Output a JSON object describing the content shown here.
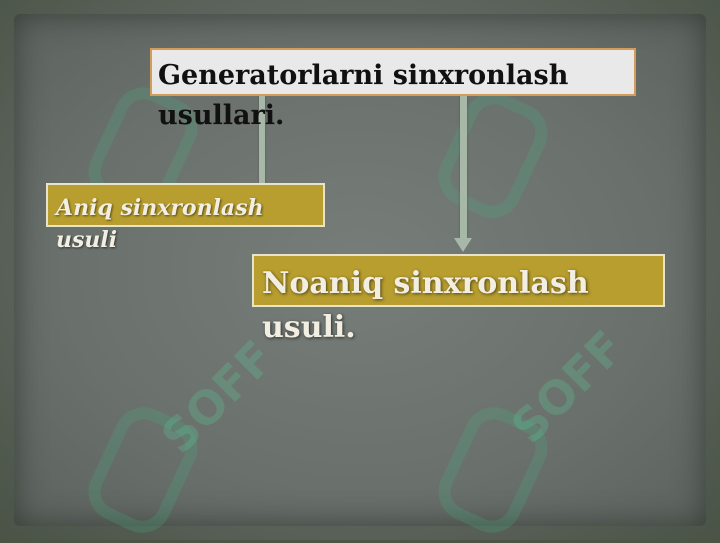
{
  "title": "Generatorlarni sinxronlash usullari.",
  "nodes": [
    {
      "label": "Aniq sinxronlash usuli"
    },
    {
      "label": "Noaniq sinxronlash usuli."
    }
  ],
  "watermark": "SOFF",
  "colors": {
    "background": "#6a706c",
    "title_box": "#e9e9e9",
    "title_border": "#d49c5a",
    "node_fill": "#b89e2e",
    "node_border": "#e8e3cc",
    "connector": "#a7b8a8"
  }
}
